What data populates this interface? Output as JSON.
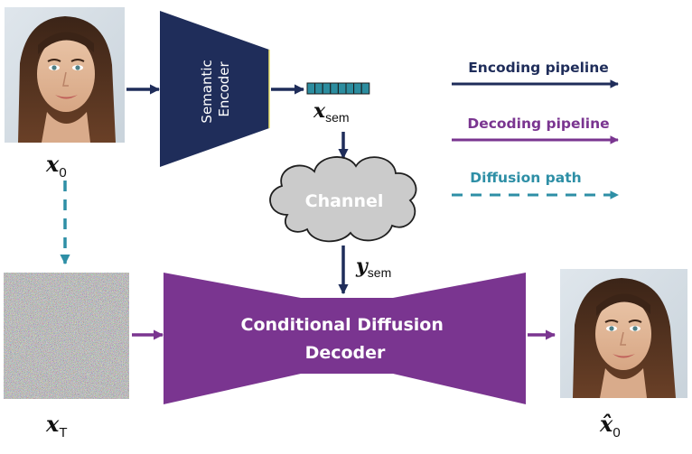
{
  "colors": {
    "encoding": "#1f2d5a",
    "decoding": "#7a3590",
    "diffusion": "#2e8fa6",
    "noise": "#9a9aa3"
  },
  "labels": {
    "x0": "x",
    "x0_sub": "0",
    "xsem": "x",
    "xsem_sub": "sem",
    "ysem": "y",
    "ysem_sub": "sem",
    "xT": "x",
    "xT_sub": "T",
    "x0hat": "x̂",
    "x0hat_sub": "0"
  },
  "blocks": {
    "encoder_line1": "Semantic",
    "encoder_line2": "Encoder",
    "channel": "Channel",
    "decoder_line1": "Conditional Diffusion",
    "decoder_line2": "Decoder"
  },
  "legend": {
    "encoding": "Encoding pipeline",
    "decoding": "Decoding pipeline",
    "diffusion": "Diffusion path"
  },
  "images": {
    "input_face": "portrait-photo",
    "noise": "gaussian-noise",
    "output_face": "reconstructed-portrait-photo"
  }
}
